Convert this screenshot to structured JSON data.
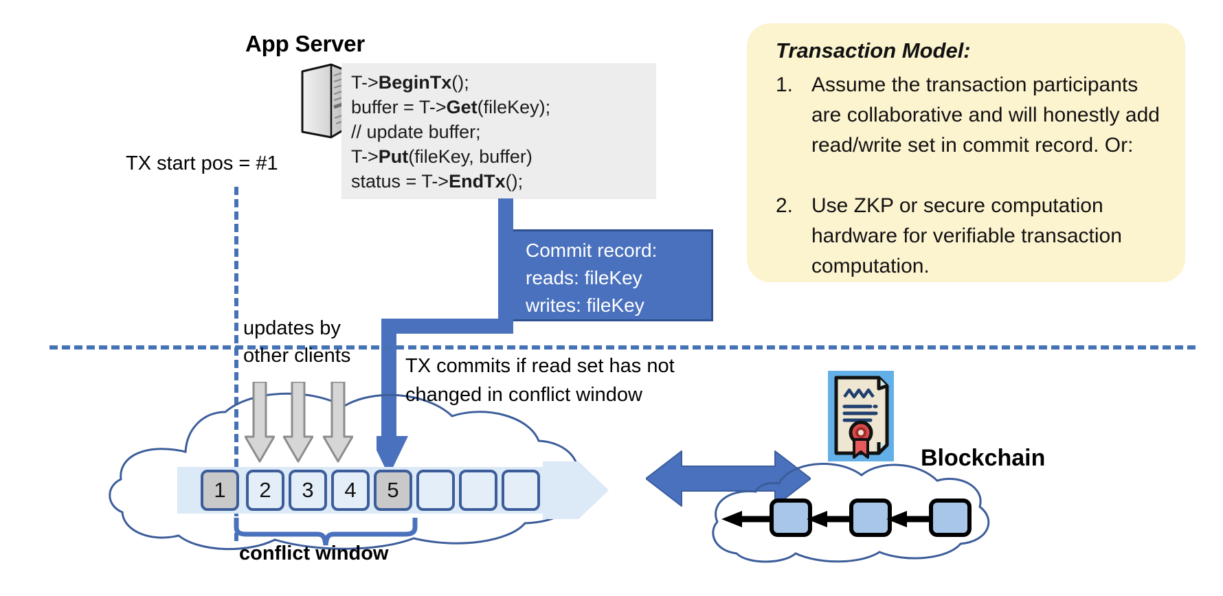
{
  "app_server": {
    "title": "App Server",
    "icon": "server-tower-icon",
    "code_lines": [
      {
        "pre": "T->",
        "bold": "BeginTx",
        "post": "();"
      },
      {
        "pre": "buffer = T->",
        "bold": "Get",
        "post": "(fileKey);"
      },
      {
        "pre": "// update buffer;",
        "bold": "",
        "post": ""
      },
      {
        "pre": "T->",
        "bold": "Put",
        "post": "(fileKey, buffer)"
      },
      {
        "pre": "status = T->",
        "bold": "EndTx",
        "post": "();"
      }
    ]
  },
  "tx_start": {
    "label": "TX start pos = #1"
  },
  "commit_record": {
    "lines": [
      "Commit record:",
      "reads: fileKey",
      "writes: fileKey"
    ],
    "fill_color": "#4a71bd",
    "border_color": "#2f4f8f",
    "text_color": "#ffffff"
  },
  "transaction_model": {
    "title": "Transaction Model:",
    "background_color": "#fcf3cf",
    "items": [
      {
        "num": "1.",
        "text": "Assume the transaction participants are collaborative and will honestly add read/write set in commit record.  Or:"
      },
      {
        "num": "2.",
        "text": "Use ZKP or secure computation hardware for verifiable transaction computation."
      }
    ]
  },
  "ledger": {
    "updates_label": "updates by\nother clients",
    "commits_label": "TX commits if read set has not\nchanged in conflict window",
    "conflict_window_label": "conflict window",
    "blocks": [
      {
        "label": "1",
        "state": "committed"
      },
      {
        "label": "2",
        "state": "open"
      },
      {
        "label": "3",
        "state": "open"
      },
      {
        "label": "4",
        "state": "open"
      },
      {
        "label": "5",
        "state": "committed"
      },
      {
        "label": "",
        "state": "open"
      },
      {
        "label": "",
        "state": "open"
      },
      {
        "label": "",
        "state": "open"
      }
    ],
    "update_arrow_count": 3,
    "block_fill_open": "#e4eef9",
    "block_fill_committed": "#c9c9c9",
    "block_border": "#3c5d9a",
    "bar_fill": "#dce9f6"
  },
  "blockchain": {
    "label": "Blockchain",
    "icon": "certificate-contract-icon",
    "block_count": 3,
    "block_fill": "#a8c6e8",
    "sync_arrow": "bidirectional-arrow-icon"
  },
  "accents": {
    "blue": "#4472b5",
    "dashed_line": "#4472b5"
  }
}
